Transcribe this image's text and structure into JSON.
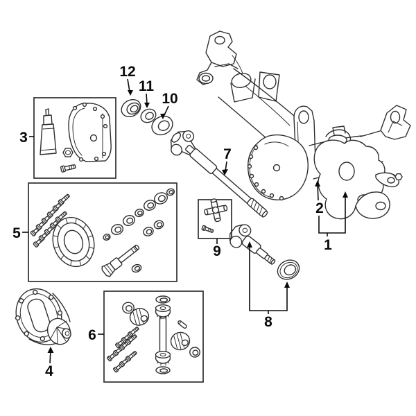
{
  "diagram": {
    "background_color": "#ffffff",
    "line_color": "#2e2e2e",
    "label_color": "#0a0a0a",
    "callouts": {
      "n1": "1",
      "n2": "2",
      "n3": "3",
      "n4": "4",
      "n5": "5",
      "n6": "6",
      "n7": "7",
      "n8": "8",
      "n9": "9",
      "n10": "10",
      "n11": "11",
      "n12": "12"
    }
  }
}
